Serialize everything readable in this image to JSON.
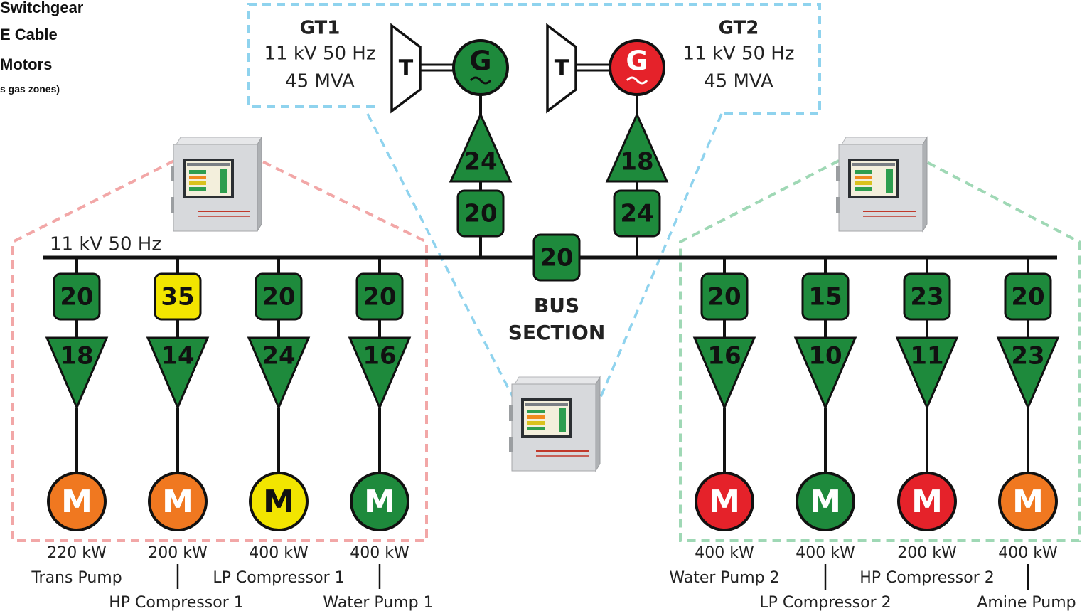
{
  "legend": {
    "line1": "Switchgear",
    "line2": "E Cable",
    "line3": "Motors",
    "line4": "s gas zones)"
  },
  "colors": {
    "green": "#1e8a3c",
    "yellow": "#f2e500",
    "orange": "#f07820",
    "red": "#e5222a",
    "frame_blue": "#8fd3ee",
    "frame_pink": "#f2a7a7",
    "frame_green": "#9fd8b5"
  },
  "generators": [
    {
      "name": "GT1",
      "voltage": "11 kV 50 Hz",
      "rating": "45 MVA",
      "turbine_letter": "T",
      "gen_letter": "G",
      "gen_status": "green",
      "triangle_value": "24",
      "square_value": "20"
    },
    {
      "name": "GT2",
      "voltage": "11 kV 50 Hz",
      "rating": "45 MVA",
      "turbine_letter": "T",
      "gen_letter": "G",
      "gen_status": "red",
      "triangle_value": "18",
      "square_value": "24"
    }
  ],
  "busbar": {
    "label": "11 kV 50 Hz",
    "bus_section_value": "20",
    "bus_section_label_line1": "BUS",
    "bus_section_label_line2": "SECTION"
  },
  "feeders_left": [
    {
      "square_value": "20",
      "square_status": "green",
      "triangle_value": "18",
      "motor_letter": "M",
      "motor_status": "orange",
      "power": "220 kW",
      "name": "Trans Pump"
    },
    {
      "square_value": "35",
      "square_status": "yellow",
      "triangle_value": "14",
      "motor_letter": "M",
      "motor_status": "orange",
      "power": "200 kW",
      "name": "HP Compressor 1"
    },
    {
      "square_value": "20",
      "square_status": "green",
      "triangle_value": "24",
      "motor_letter": "M",
      "motor_status": "yellow",
      "power": "400 kW",
      "name": "LP Compressor 1"
    },
    {
      "square_value": "20",
      "square_status": "green",
      "triangle_value": "16",
      "motor_letter": "M",
      "motor_status": "green",
      "power": "400 kW",
      "name": "Water Pump 1"
    }
  ],
  "feeders_right": [
    {
      "square_value": "20",
      "square_status": "green",
      "triangle_value": "16",
      "motor_letter": "M",
      "motor_status": "red",
      "power": "400 kW",
      "name": "Water Pump 2"
    },
    {
      "square_value": "15",
      "square_status": "green",
      "triangle_value": "10",
      "motor_letter": "M",
      "motor_status": "green",
      "power": "400 kW",
      "name": "LP Compressor 2"
    },
    {
      "square_value": "23",
      "square_status": "green",
      "triangle_value": "11",
      "motor_letter": "M",
      "motor_status": "red",
      "power": "200 kW",
      "name": "HP Compressor 2"
    },
    {
      "square_value": "20",
      "square_status": "green",
      "triangle_value": "23",
      "motor_letter": "M",
      "motor_status": "orange",
      "power": "400 kW",
      "name": "Amine Pump"
    }
  ],
  "icons": {
    "monitor_left": "monitoring-cabinet-icon",
    "monitor_right": "monitoring-cabinet-icon",
    "monitor_center": "monitoring-cabinet-icon"
  }
}
